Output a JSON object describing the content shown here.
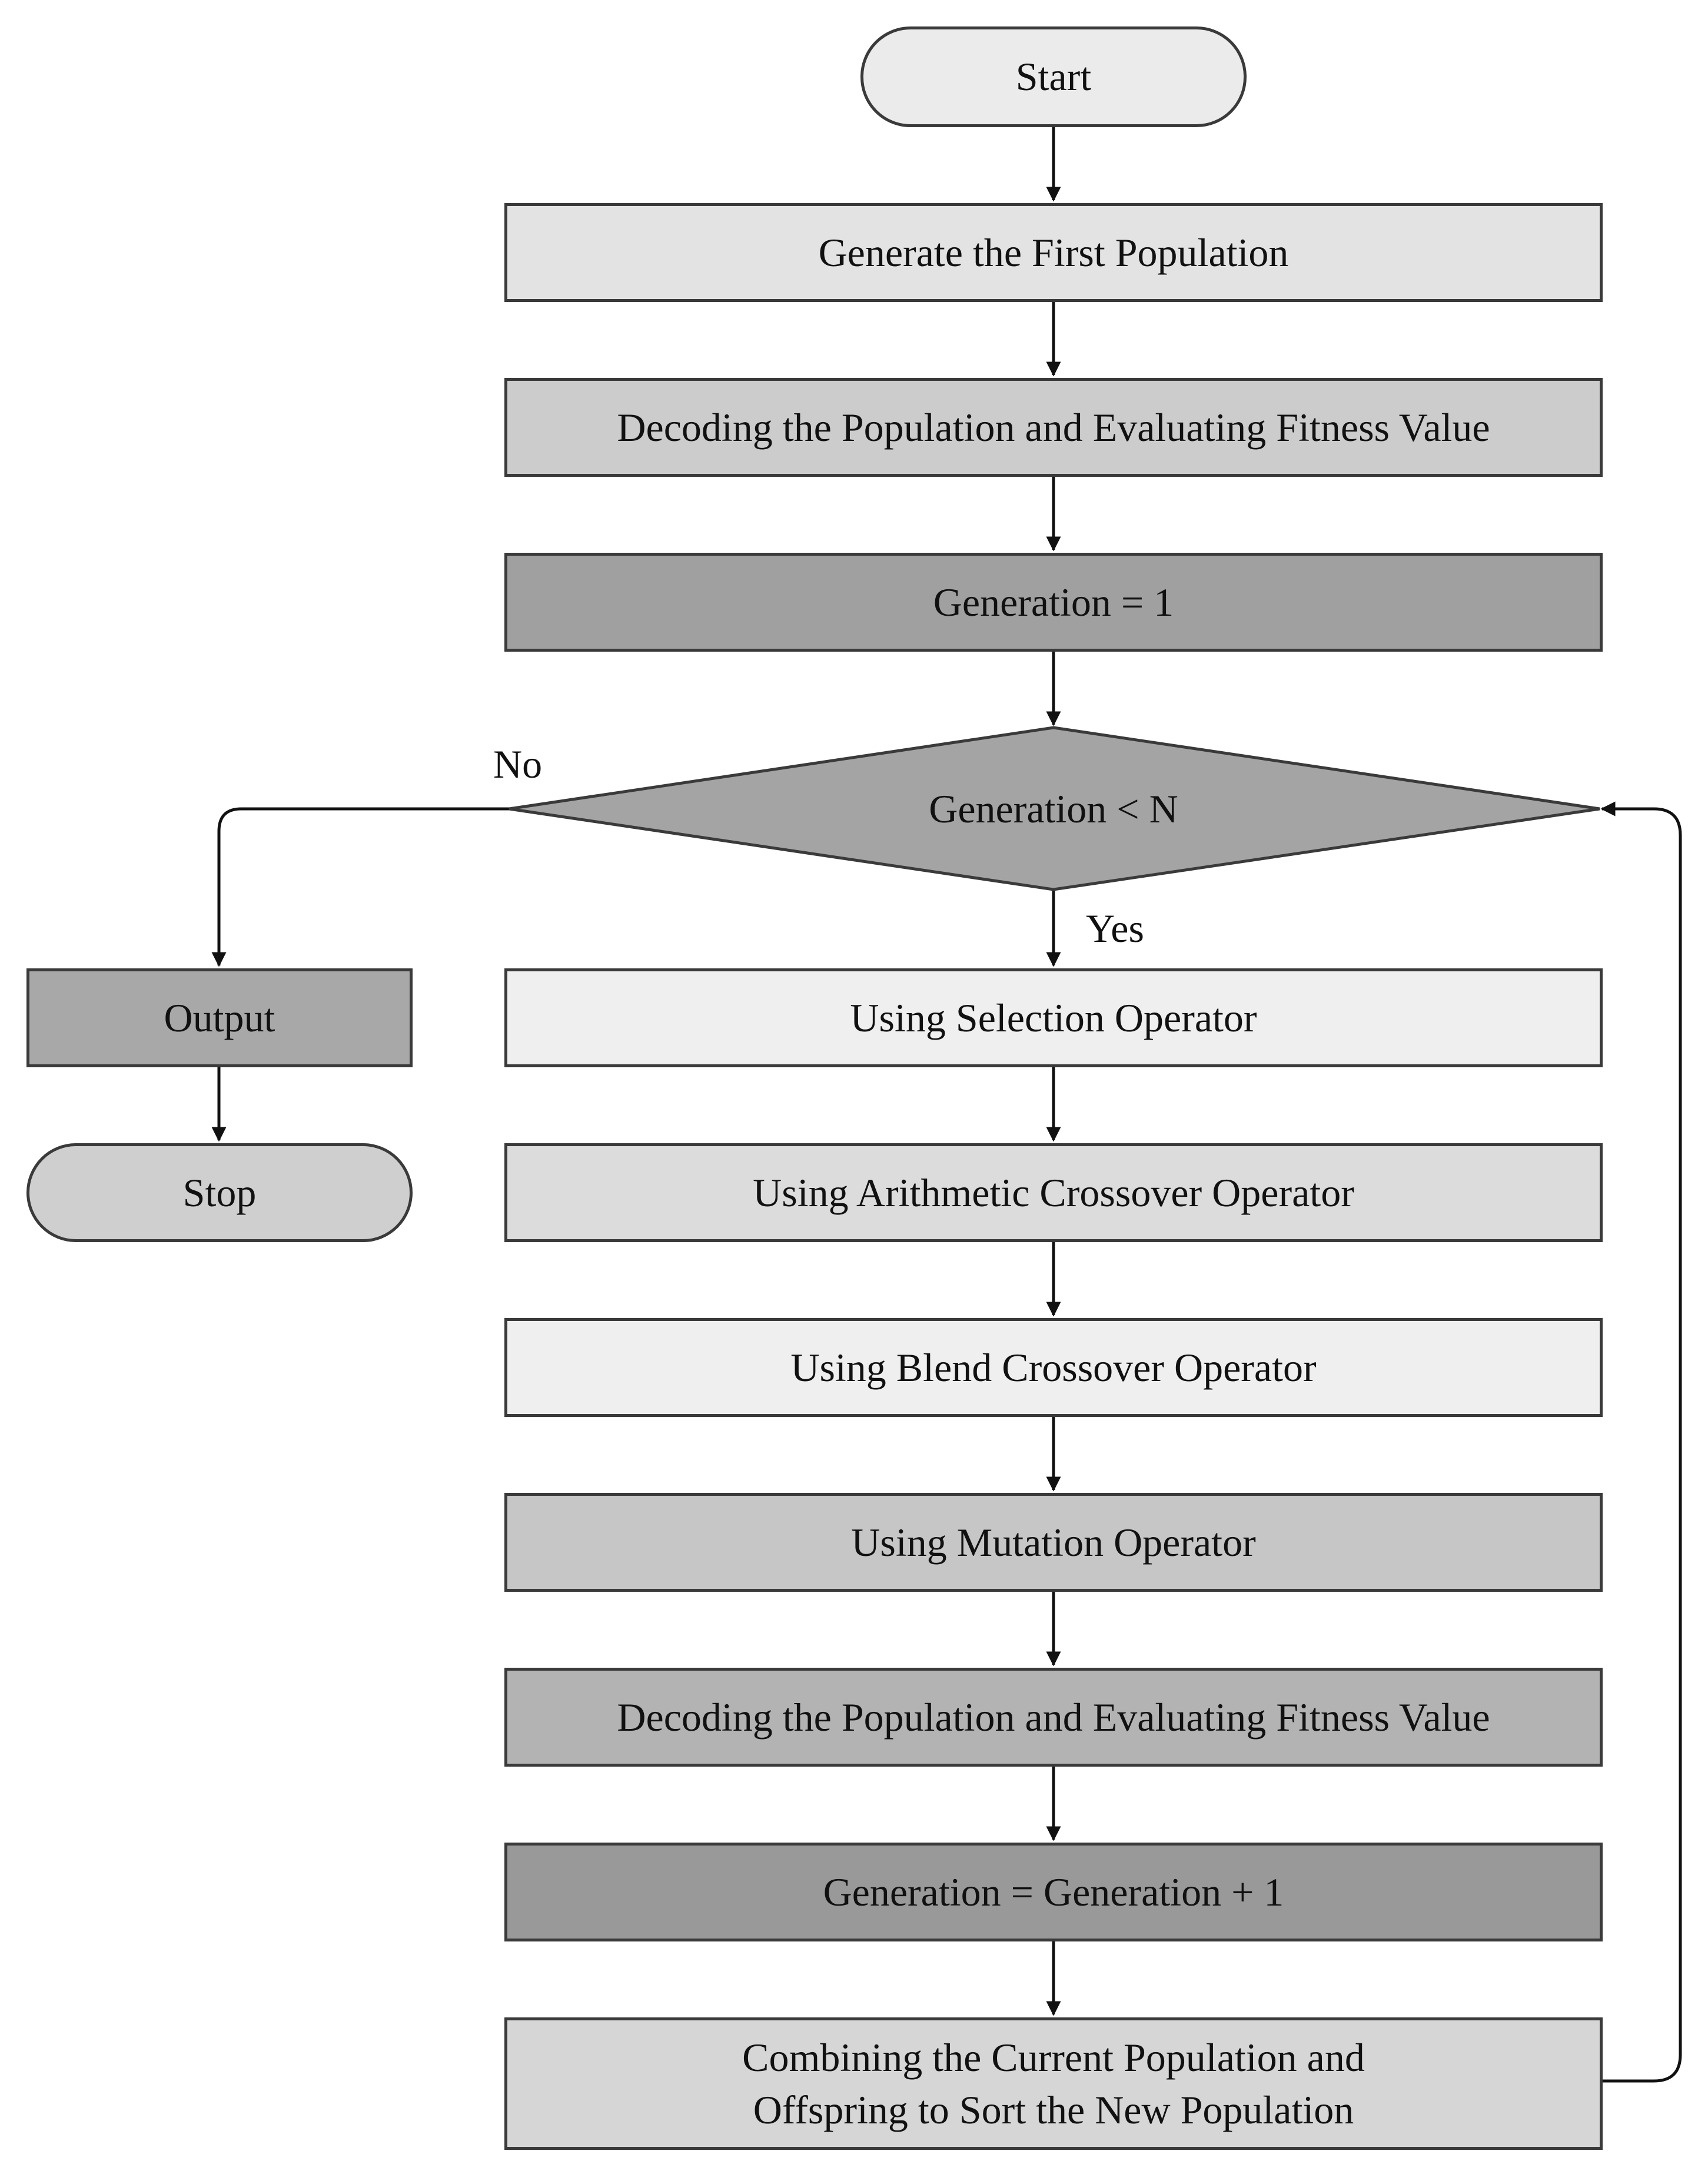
{
  "nodes": {
    "start": "Start",
    "generate": "Generate the First Population",
    "decode1": "Decoding the Population and Evaluating Fitness Value",
    "gen_init": "Generation = 1",
    "decision": "Generation < N",
    "selection": "Using Selection Operator",
    "arith": "Using Arithmetic Crossover Operator",
    "blend": "Using Blend Crossover Operator",
    "mutation": "Using Mutation Operator",
    "decode2": "Decoding the Population and Evaluating Fitness Value",
    "gen_inc": "Generation = Generation + 1",
    "combine_line1": "Combining the Current Population and",
    "combine_line2": "Offspring to Sort the New Population",
    "output": "Output",
    "stop": "Stop"
  },
  "edge_labels": {
    "no": "No",
    "yes": "Yes"
  },
  "colors": {
    "light": "#eeeeee",
    "light2": "#e3e3e3",
    "mid": "#cccccc",
    "midDark": "#b3b3b3",
    "dark": "#a0a0a0",
    "diamond": "#a4a4a4",
    "stroke": "#3a3a3a"
  }
}
